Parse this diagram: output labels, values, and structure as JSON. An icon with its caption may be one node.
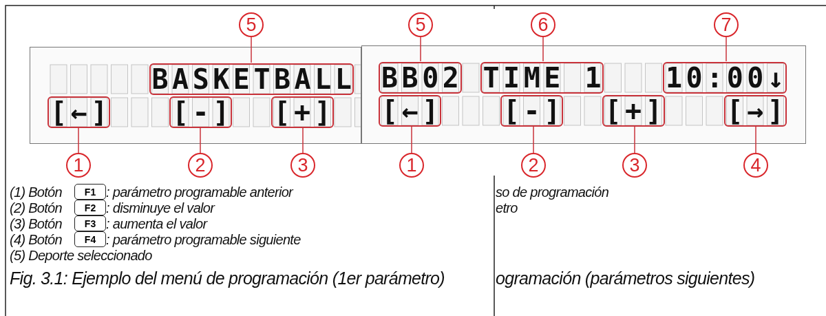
{
  "diagram": {
    "caption": "Fig. 3.1: Ejemplo del menú de programación (1er parámetro)",
    "nodes": [
      {
        "text": [
          "5"
        ]
      },
      {
        "text": [],
        "shape": "box"
      },
      {
        "text": [
          "BASKETBALL"
        ],
        "in": 1
      },
      {
        "text": [
          "[←]"
        ],
        "in": 1
      },
      {
        "text": [
          "[-]"
        ],
        "in": 1
      },
      {
        "text": [
          "[+]"
        ],
        "in": 1
      },
      {
        "text": [
          "1"
        ]
      },
      {
        "text": [
          "2"
        ]
      },
      {
        "text": [
          "3"
        ]
      },
      {
        "text": [
          "5"
        ]
      },
      {
        "text": [
          "6"
        ]
      },
      {
        "text": [
          "7"
        ]
      },
      {
        "text": [],
        "shape": "box"
      },
      {
        "text": [
          "BB02"
        ],
        "in": 12
      },
      {
        "text": [
          "TIME 1"
        ],
        "in": 12
      },
      {
        "text": [
          "10:00↓"
        ],
        "in": 12
      },
      {
        "text": [
          "[←]"
        ],
        "in": 12
      },
      {
        "text": [
          "[-]"
        ],
        "in": 12
      },
      {
        "text": [
          "[+]"
        ],
        "in": 12
      },
      {
        "text": [
          "[→]"
        ],
        "in": 12
      },
      {
        "text": [
          "1"
        ]
      },
      {
        "text": [
          "2"
        ]
      },
      {
        "text": [
          "3"
        ]
      },
      {
        "text": [
          "4"
        ]
      }
    ],
    "edges": [
      {
        "from": 0,
        "to": 2,
        "arrow": "none"
      },
      {
        "from": 6,
        "to": 3,
        "arrow": "none"
      },
      {
        "from": 7,
        "to": 4,
        "arrow": "none"
      },
      {
        "from": 8,
        "to": 5,
        "arrow": "none"
      },
      {
        "from": 9,
        "to": 13,
        "arrow": "none"
      },
      {
        "from": 10,
        "to": 14,
        "arrow": "none"
      },
      {
        "from": 11,
        "to": 15,
        "arrow": "none"
      },
      {
        "from": 20,
        "to": 16,
        "arrow": "none"
      },
      {
        "from": 21,
        "to": 17,
        "arrow": "none"
      },
      {
        "from": 22,
        "to": 18,
        "arrow": "none"
      },
      {
        "from": 23,
        "to": 19,
        "arrow": "none"
      }
    ],
    "labels": [
      "(1) Botón",
      "F1",
      ": parámetro programable anterior",
      "so de programación",
      "(2) Botón",
      "F2",
      ": disminuye el valor",
      "etro",
      "(3) Botón",
      "F3",
      ": aumenta el valor",
      "(4) Botón",
      "F4",
      ": parámetro programable siguiente",
      "(5) Deporte seleccionado",
      "ogramación (parámetros siguientes)"
    ]
  }
}
